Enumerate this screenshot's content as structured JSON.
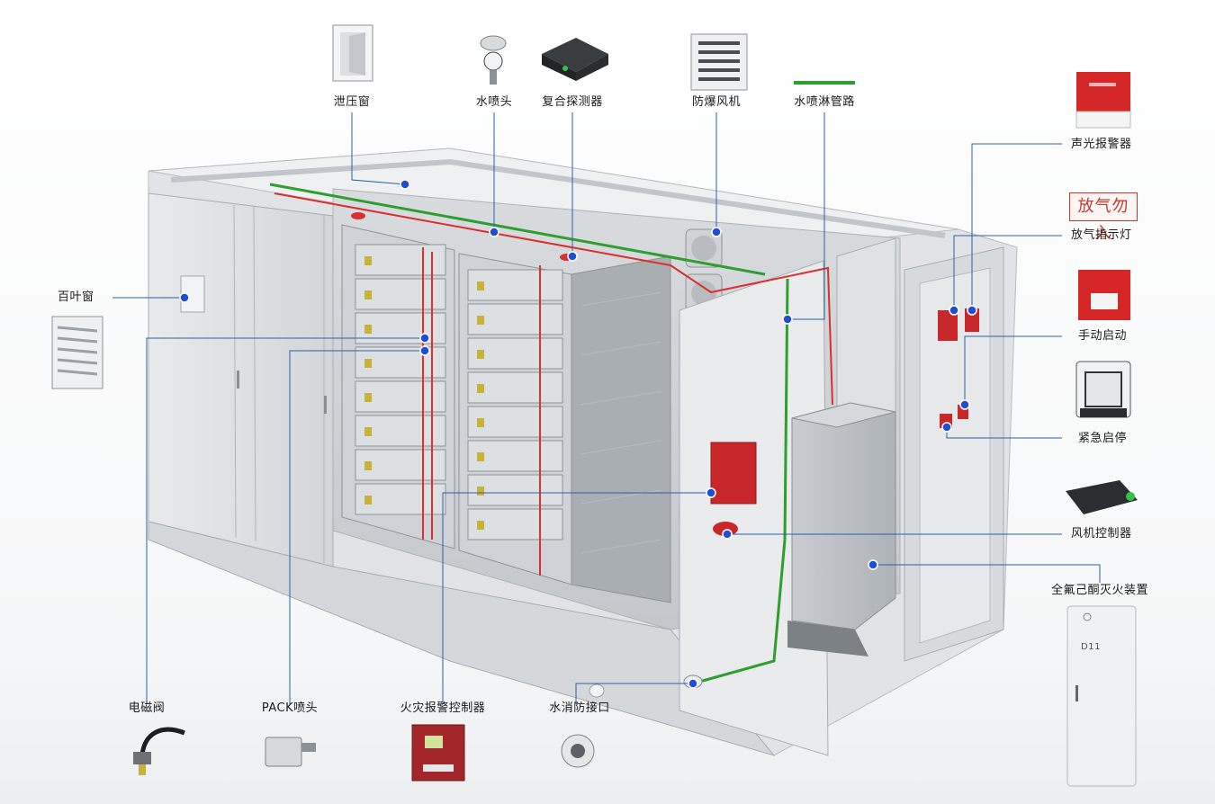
{
  "labels": {
    "pressure_relief": "泄压窗",
    "water_nozzle": "水喷头",
    "composite_detector": "复合探测器",
    "explosion_fan": "防爆风机",
    "sprinkler_pipe": "水喷淋管路",
    "audible_visual_alarm": "声光报警器",
    "gas_release_light": "放气指示灯",
    "manual_start": "手动启动",
    "emergency_stop": "紧急启停",
    "fan_controller": "风机控制器",
    "perfluoro_device": "全氟己酮灭火装置",
    "louver": "百叶窗",
    "solenoid_valve": "电磁阀",
    "pack_nozzle": "PACK喷头",
    "fire_alarm_controller": "火灾报警控制器",
    "fire_interface": "水消防接口"
  },
  "warning_sign": "放气勿入",
  "device_panel_text": "D11",
  "colors": {
    "sprinkler_pipe": "#2e9e2e",
    "fire_pipe": "#d93030",
    "leader_line": "#2d5fa8",
    "marker": "#1f4fd1",
    "alarm_red": "#c8282a"
  }
}
